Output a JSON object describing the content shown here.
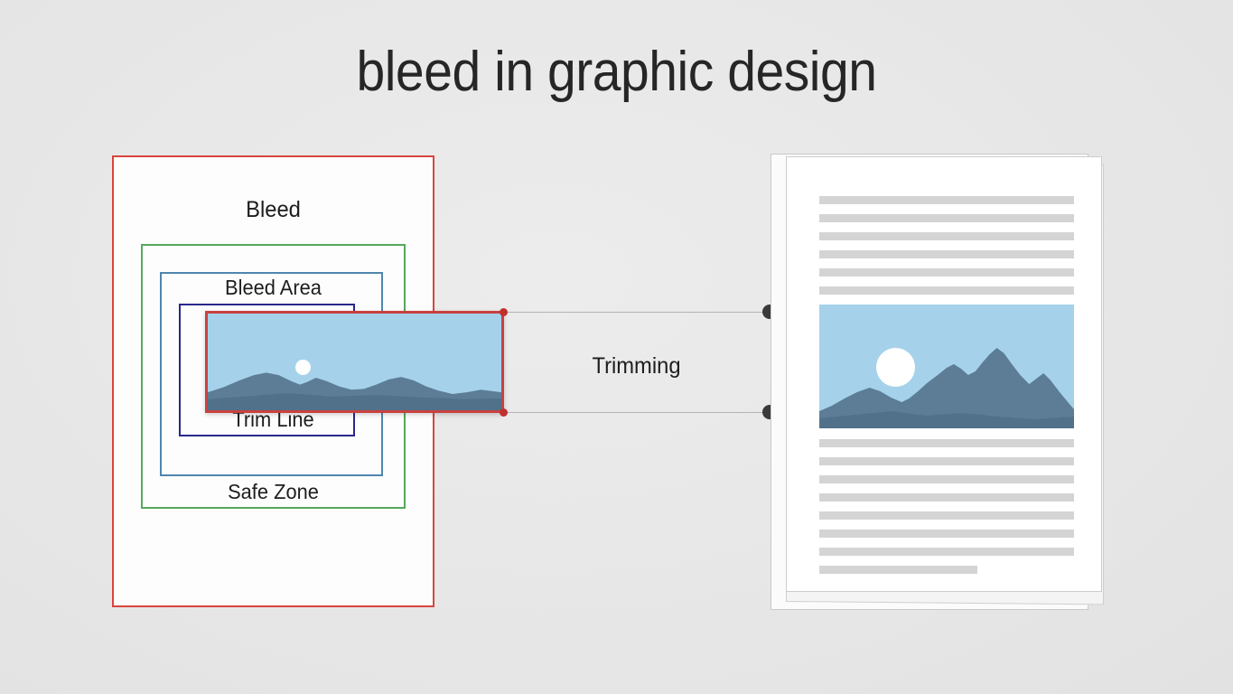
{
  "page": {
    "title": "bleed in graphic design",
    "background_color": "#e8e8e8"
  },
  "artboard": {
    "name": "bleed-artboard",
    "frames": [
      {
        "key": "bleed",
        "label": "Bleed",
        "color": "#d8453f",
        "label_position": "top-inside"
      },
      {
        "key": "safe_zone",
        "label": "Safe Zone",
        "color": "#55a85c",
        "label_position": "bottom-inside"
      },
      {
        "key": "bleed_area",
        "label": "Bleed Area",
        "color": "#4f86ad",
        "label_position": "top-inside"
      },
      {
        "key": "trim_line",
        "label": "Trim Line",
        "color": "#28288c",
        "label_position": "bottom-inside"
      }
    ],
    "overlay_photo": {
      "name": "bleeding-photo",
      "border_color": "#c8413f",
      "sky_color": "#a5d2ea",
      "mountain_color": "#5d7d96",
      "mountain_shadow_color": "#51718a",
      "sun_color": "#ffffff"
    }
  },
  "connector": {
    "label": "Trimming",
    "line_color": "#b4b4b4",
    "source_marker_color": "#c0302e",
    "target_marker_color": "#3a3a3a",
    "blade_color": "#bdbdbd"
  },
  "document": {
    "name": "trimmed-document",
    "page_color": "#ffffff",
    "text_line_color": "#d4d4d4",
    "lines_above_image": 6,
    "lines_below_image": 7,
    "has_short_final_line": true,
    "photo": {
      "sky_color": "#a5d2ea",
      "mountain_color": "#5d7d96",
      "mountain_shadow_color": "#51718a",
      "sun_color": "#ffffff"
    }
  }
}
